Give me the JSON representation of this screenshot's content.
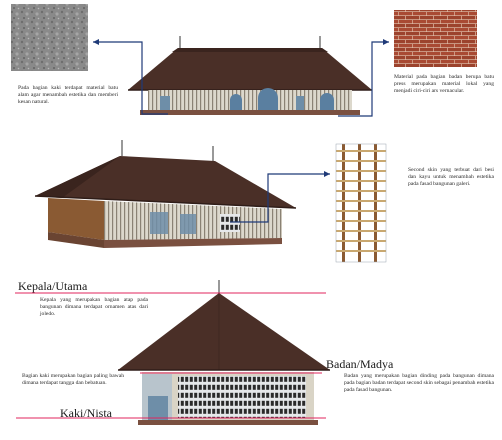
{
  "captions": {
    "stone_texture": "Pada bagian kaki terdapat material batu alam agar menambah estetika dan memberi kesan natural.",
    "brick_texture": "Material pada bagian badan berupa batu press merupakan material lokal yang menjadi ciri-ciri ars vernacular.",
    "second_skin": "Second skin yang terbuat dari besi dan kayu untuk menambah estetika pada fasad bangunan galeri.",
    "head_section": "Kepala yang merupakan bagian atap pada bangunan dimana terdapat ornamen atas dari joledo.",
    "body_section": "Badan yang merupakan bagian dinding pada bangunan dimana pada bagian badan terdapat second skin sebagai penambah estetika pada fasad bangunan.",
    "foot_section": "Bagian kaki merupakan bagian paling bawah dimana terdapat tangga dan bebatuan."
  },
  "labels": {
    "head": "Kepala/Utama",
    "body": "Badan/Madya",
    "foot": "Kaki/Nista"
  },
  "colors": {
    "roof": "#4a2f27",
    "roof_dark": "#2f1d18",
    "wall": "#d9d4c6",
    "window": "#5a7fa0",
    "plinth": "#7a5040",
    "wood": "#8a5a33",
    "arrow": "#1f3a78",
    "guide_line": "#e0245e"
  },
  "icons": {
    "stone": "stone-texture-swatch",
    "brick": "brick-texture-swatch",
    "lattice": "second-skin-lattice-detail"
  }
}
